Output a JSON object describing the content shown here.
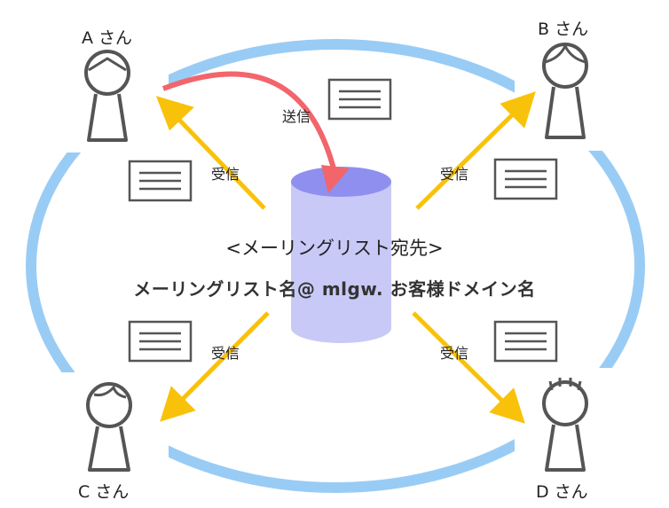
{
  "people": {
    "a": "A さん",
    "b": "B さん",
    "c": "C さん",
    "d": "D さん"
  },
  "labels": {
    "send": "送信",
    "receive": "受信"
  },
  "destination": {
    "heading": "<メーリングリスト宛先>",
    "address": "メーリングリスト名@ mlgw. お客様ドメイン名"
  },
  "colors": {
    "ring": "#99ccf5",
    "receive_arrow": "#f9c20a",
    "send_arrow": "#f2656b",
    "server_top": "#8f8ff0",
    "server_body": "#c9c9f7",
    "outline": "#555555"
  }
}
